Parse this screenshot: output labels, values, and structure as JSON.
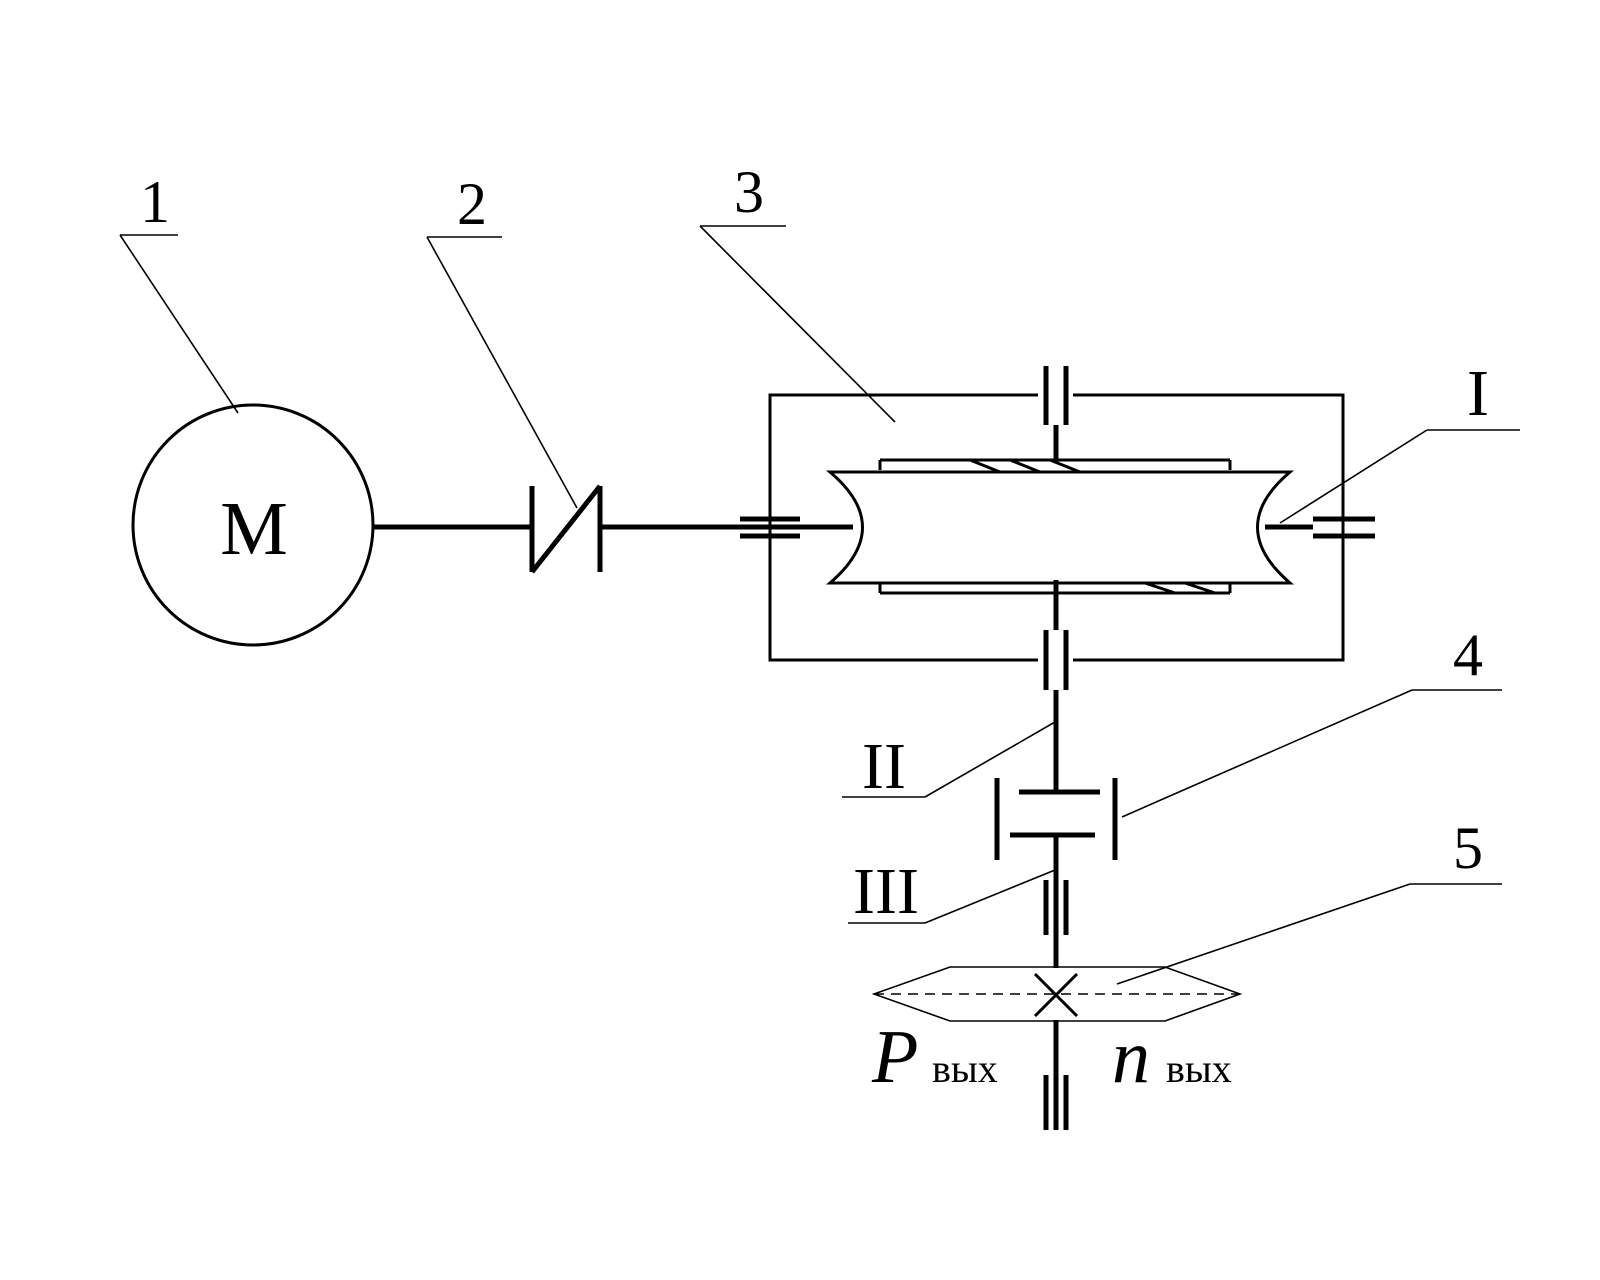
{
  "diagram": {
    "motor": {
      "symbol": "M"
    },
    "callouts": {
      "c1": "1",
      "c2": "2",
      "c3": "3",
      "c4": "4",
      "c5": "5"
    },
    "shafts": {
      "s1": "I",
      "s2": "II",
      "s3": "III"
    },
    "output": {
      "power_symbol": "P",
      "power_subscript": "вых",
      "speed_symbol": "n",
      "speed_subscript": "вых"
    }
  }
}
